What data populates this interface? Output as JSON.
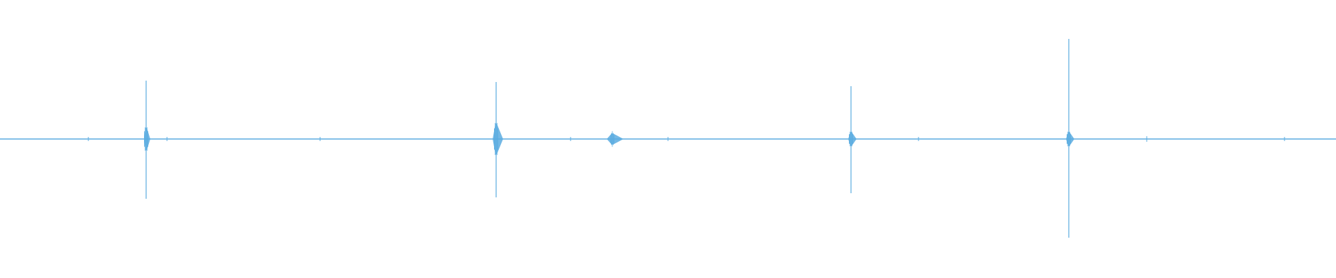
{
  "chart_data": {
    "type": "line",
    "title": "",
    "xlabel": "",
    "ylabel": "",
    "xlim": [
      0,
      1920
    ],
    "ylim": [
      -1,
      1
    ],
    "grid": false,
    "color": "#5aace0",
    "baseline": 0,
    "series": [
      {
        "events": [
          {
            "x": 210,
            "up": 0.42,
            "down": 0.43,
            "width": 3
          },
          {
            "x": 713,
            "up": 0.41,
            "down": 0.42,
            "width": 5,
            "body": 0.11
          },
          {
            "x": 880,
            "up": 0.04,
            "down": 0.04,
            "width": 8,
            "body": 0.04
          },
          {
            "x": 1223,
            "up": 0.38,
            "down": 0.39,
            "width": 4,
            "body": 0.05
          },
          {
            "x": 1536,
            "up": 0.72,
            "down": 0.71,
            "width": 4,
            "body": 0.05
          }
        ],
        "ripples": [
          {
            "x": 127,
            "a": 0.01
          },
          {
            "x": 240,
            "a": 0.01
          },
          {
            "x": 460,
            "a": 0.01
          },
          {
            "x": 820,
            "a": 0.01
          },
          {
            "x": 960,
            "a": 0.01
          },
          {
            "x": 1320,
            "a": 0.01
          },
          {
            "x": 1648,
            "a": 0.015
          },
          {
            "x": 1846,
            "a": 0.01
          }
        ]
      }
    ]
  }
}
